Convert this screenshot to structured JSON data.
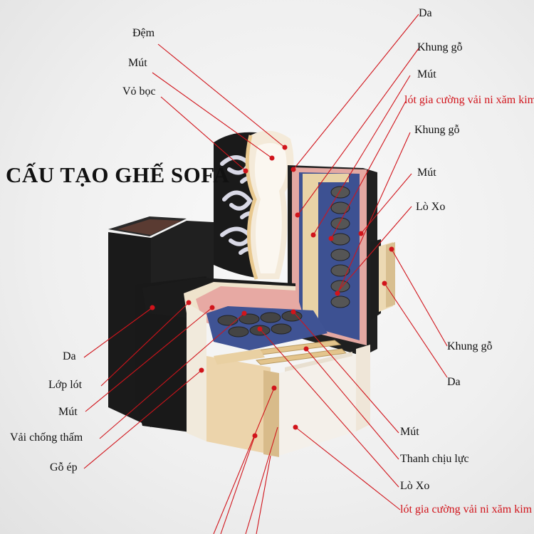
{
  "title": "CẤU TẠO GHẾ SOFA",
  "labels": {
    "dem": "Đệm",
    "mut_top_left": "Mút",
    "vo_boc": "Vỏ bọc",
    "da_top": "Da",
    "khung_go_1": "Khung gỗ",
    "mut_right_1": "Mút",
    "lot_gia_cuong_top": "lót gia cường vải ni xăm kim",
    "khung_go_2": "Khung gỗ",
    "mut_right_2": "Mút",
    "lo_xo_top": "Lò Xo",
    "khung_go_3": "Khung gỗ",
    "da_right": "Da",
    "da_left": "Da",
    "lop_lot": "Lớp lót",
    "mut_left": "Mút",
    "vai_chong_tham": "Vải chống thấm",
    "go_ep": "Gỗ ép",
    "mut_bottom": "Mút",
    "thanh_chiu_luc": "Thanh chịu lực",
    "lo_xo_bottom": "Lò Xo",
    "lot_gia_cuong_bottom": "lót gia cường vải ni xăm kim"
  },
  "colors": {
    "pointer_red": "#d1141b",
    "label_red": "#d1141b",
    "leather_black": "#1c1c1c",
    "foam_cream": "#f2e6cf",
    "pink_foam": "#e8a9a4",
    "blue_felt": "#3a4d8f",
    "wood": "#e6cfa2"
  }
}
